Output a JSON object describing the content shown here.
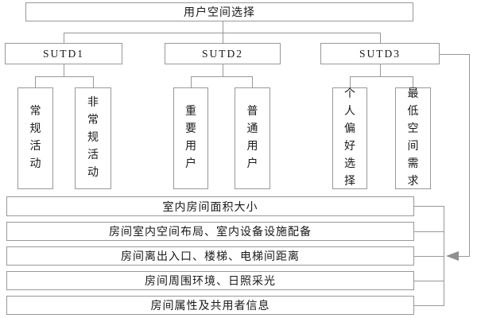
{
  "diagram": {
    "root": {
      "label": "用户空间选择"
    },
    "branches": [
      {
        "label": "SUTD1",
        "children": [
          "常规活动",
          "非常规活动"
        ]
      },
      {
        "label": "SUTD2",
        "children": [
          "重要用户",
          "普通用户"
        ]
      },
      {
        "label": "SUTD3",
        "children": [
          "个人偏好选择",
          "最低空间需求"
        ]
      }
    ],
    "criteria": [
      "室内房间面积大小",
      "房间室内空间布局、室内设备设施配备",
      "房间离出入口、楼梯、电梯间距离",
      "房间周围环境、日照采光",
      "房间属性及共用者信息"
    ],
    "colors": {
      "line": "#989898",
      "border": "#989898",
      "text": "#1a1a1a",
      "background": "#ffffff"
    }
  }
}
